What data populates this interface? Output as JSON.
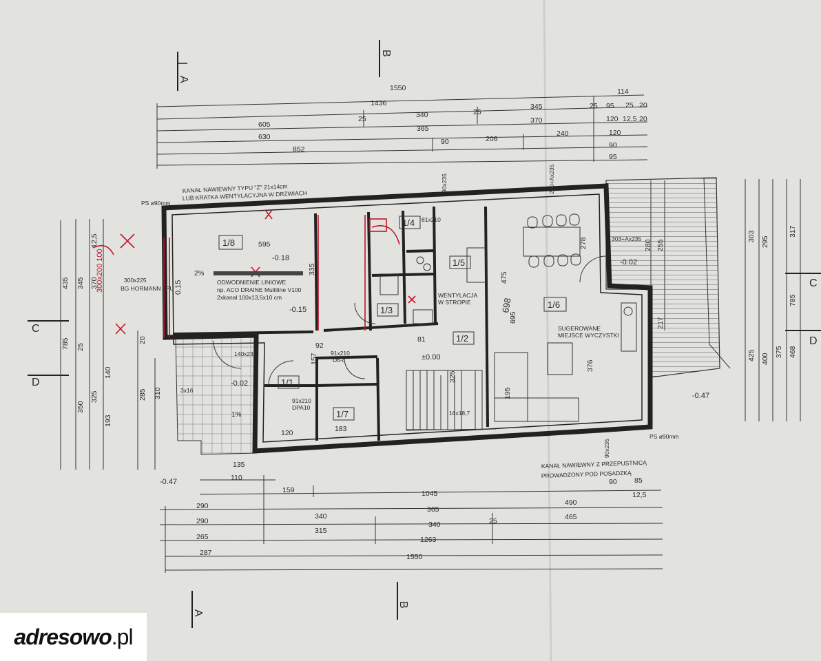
{
  "site": {
    "logo_bold": "adresowo",
    "logo_tld": ".pl"
  },
  "sections": {
    "a_top": "A",
    "b_top": "B",
    "a_bot": "A",
    "b_bot": "B",
    "c_left": "C",
    "d_left": "D",
    "c_right": "C",
    "d_right": "D"
  },
  "dims_top": {
    "d1550": "1550",
    "d114": "114",
    "d1436": "1436",
    "d605": "605",
    "d25a": "25",
    "d340": "340",
    "d25b": "25",
    "d345": "345",
    "d25c": "25",
    "d95": "95",
    "d25d": "25",
    "d20a": "20",
    "d120": "120",
    "d12_5": "12,5",
    "d20b": "20",
    "d630": "630",
    "d365": "365",
    "d370": "370",
    "d240": "240",
    "d852": "852",
    "d90": "90",
    "d208": "208",
    "d120b": "120",
    "d95b": "95",
    "d90b": "90"
  },
  "dims_bottom": {
    "d135": "135",
    "d110": "110",
    "d159": "159",
    "d1045": "1045",
    "d90": "90",
    "d85": "85",
    "d290": "290",
    "d290b": "290",
    "d340": "340",
    "d365": "365",
    "d490": "490",
    "d12_5": "12,5",
    "d465": "465",
    "d265": "265",
    "d315": "315",
    "d340b": "340",
    "d25": "25",
    "d1263": "1263",
    "d287": "287",
    "d1550": "1550"
  },
  "dims_left": {
    "d435": "435",
    "d345": "345",
    "d370": "370",
    "d12_5": "12,5",
    "d25": "25",
    "d785": "785",
    "d140": "140",
    "d350": "350",
    "d325": "325",
    "d193": "193",
    "d285": "285",
    "d310": "310",
    "d20": "20"
  },
  "dims_right": {
    "d303": "303",
    "d295": "295",
    "d317": "317",
    "d785": "785",
    "d425": "425",
    "d400": "400",
    "d375": "375",
    "d468": "468",
    "d255": "255",
    "d280": "280",
    "d217": "217"
  },
  "rooms": {
    "r18": "1/8",
    "r14": "1/4",
    "r15": "1/5",
    "r13": "1/3",
    "r16": "1/6",
    "r12": "1/2",
    "r11": "1/1",
    "r17": "1/7"
  },
  "levels": {
    "l018": "-0.18",
    "l015": "-0.15",
    "l000": "±0.00",
    "l002a": "-0.02",
    "l002b": "-0.02",
    "l047a": "-0.47",
    "l047b": "-0.47",
    "l015b": "0.15"
  },
  "notes": {
    "kanal_top1": "KANAŁ NAWIEWNY TYPU \"Z\" 21x14cm",
    "kanal_top2": "LUB KRATKA WENTYLACYJNA W DRZWIACH",
    "ps_top": "PS ø90mm",
    "ps_bot": "PS ø90mm",
    "odw1": "ODWODNIENIE LINIOWE",
    "odw2": "np. ACO DRAINE Multiline V100",
    "odw3": "2xkanał 100x13,5x10 cm",
    "brama1": "300x225",
    "brama2": "BG HORMANN LPU",
    "went1": "WENTYLACJA",
    "went2": "W STROPIE",
    "sug1": "SUGEROWANE",
    "sug2": "MIEJSCE WYCZYSTKI",
    "kanal_bot1": "KANAŁ NAWIEWNY Z PRZEPUSTNICĄ",
    "kanal_bot2": "PROWADZONY POD POSADZKĄ",
    "d595": "595",
    "d335": "335",
    "d2pc": "2%",
    "d1pc": "1%",
    "door1": "91x210",
    "door2": "DPA10",
    "door3": "140x235",
    "door4": "91x210",
    "door5": "D6-c",
    "door6": "81x210",
    "win1": "240+Ax235",
    "win2": "303+Ax235",
    "win3": "90x235",
    "win4": "90x235",
    "d475": "475",
    "d695": "695",
    "d278": "278",
    "d376": "376",
    "d195": "195",
    "d183": "183",
    "d120": "120",
    "d157": "157",
    "d81": "81",
    "d92": "92",
    "stairs": "16x18,7",
    "d325": "325",
    "d3x16": "3x16",
    "hand1": "698",
    "hand2": "300x200 100"
  },
  "colors": {
    "paper": "#e3e3df",
    "ink": "#2a2a2a",
    "red": "#c2152b",
    "bg": "#d9d9d5"
  }
}
